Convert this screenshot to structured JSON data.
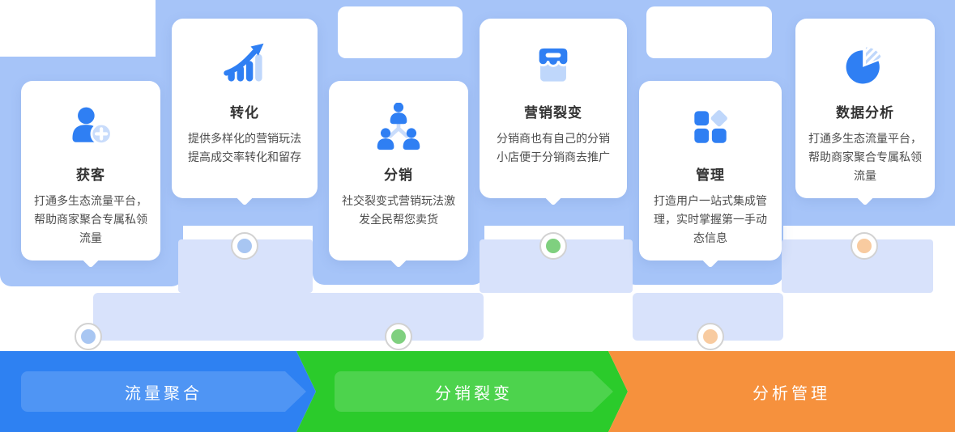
{
  "cards": [
    {
      "icon": "user-plus-icon",
      "title": "获客",
      "desc": "打通多生态流量平台，帮助商家聚合专属私领流量"
    },
    {
      "icon": "trend-up-icon",
      "title": "转化",
      "desc": "提供多样化的营销玩法提高成交率转化和留存"
    },
    {
      "icon": "people-network-icon",
      "title": "分销",
      "desc": "社交裂变式营销玩法激发全民帮您卖货"
    },
    {
      "icon": "storefront-icon",
      "title": "营销裂变",
      "desc": "分销商也有自己的分销小店便于分销商去推广"
    },
    {
      "icon": "grid-squares-icon",
      "title": "管理",
      "desc": "打造用户一站式集成管理，实时掌握第一手动态信息"
    },
    {
      "icon": "pie-chart-icon",
      "title": "数据分析",
      "desc": "打通多生态流量平台，帮助商家聚合专属私领流量"
    }
  ],
  "stages": [
    {
      "label": "流量聚合",
      "color": "#2E81F2"
    },
    {
      "label": "分销裂变",
      "color": "#2BCB2B"
    },
    {
      "label": "分析管理",
      "color": "#F6913D"
    }
  ],
  "connectors": [
    {
      "position": "top-under-card-2",
      "dot_color": "#A8C6F2"
    },
    {
      "position": "top-under-card-4",
      "dot_color": "#7FD07F"
    },
    {
      "position": "top-under-card-6",
      "dot_color": "#F8CBA0"
    },
    {
      "position": "bottom-under-card-1",
      "dot_color": "#A8C6F2"
    },
    {
      "position": "bottom-under-card-3",
      "dot_color": "#7FD07F"
    },
    {
      "position": "bottom-under-card-5",
      "dot_color": "#F8CBA0"
    }
  ],
  "colors": {
    "backdrop_blue": "#A6C4F8",
    "panel_light_blue": "#D8E2FB",
    "icon_blue": "#2F7FF3",
    "icon_light_blue": "#BFD7FB"
  }
}
